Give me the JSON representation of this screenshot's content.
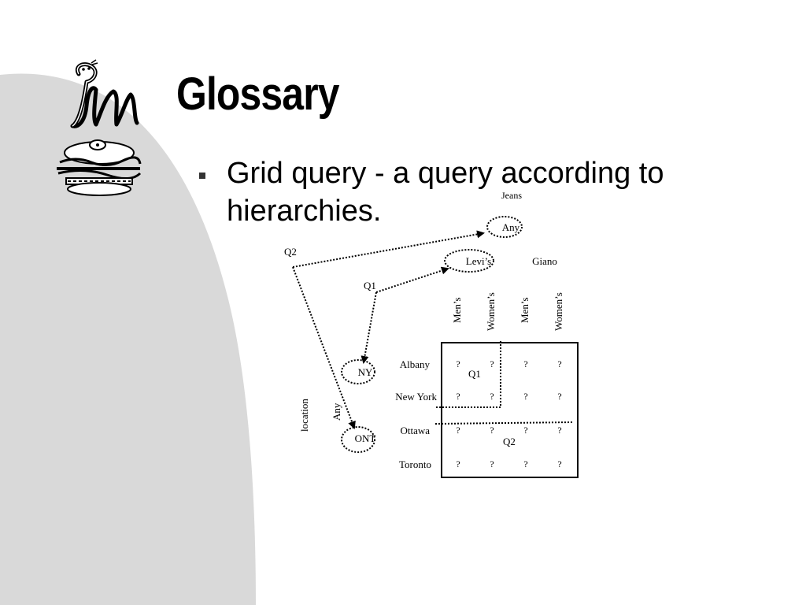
{
  "slide": {
    "title": "Glossary",
    "bullet": "Grid query - a query according to hierarchies."
  },
  "diagram": {
    "product_root_label": "Jeans",
    "product_any": "Any",
    "brands": [
      "Levi’s",
      "Giano"
    ],
    "genders": [
      "Men’s",
      "Women’s",
      "Men’s",
      "Women’s"
    ],
    "location_axis_label": "location",
    "location_any": "Any",
    "states": [
      "NY",
      "ONT"
    ],
    "cities": [
      "Albany",
      "New York",
      "Ottawa",
      "Toronto"
    ],
    "cell_value": "?",
    "query_labels": {
      "q1_path": "Q1",
      "q2_path": "Q2",
      "q1_region": "Q1",
      "q2_region": "Q2"
    }
  },
  "colors": {
    "background_shape": "#d9d9d9",
    "text": "#000000"
  }
}
